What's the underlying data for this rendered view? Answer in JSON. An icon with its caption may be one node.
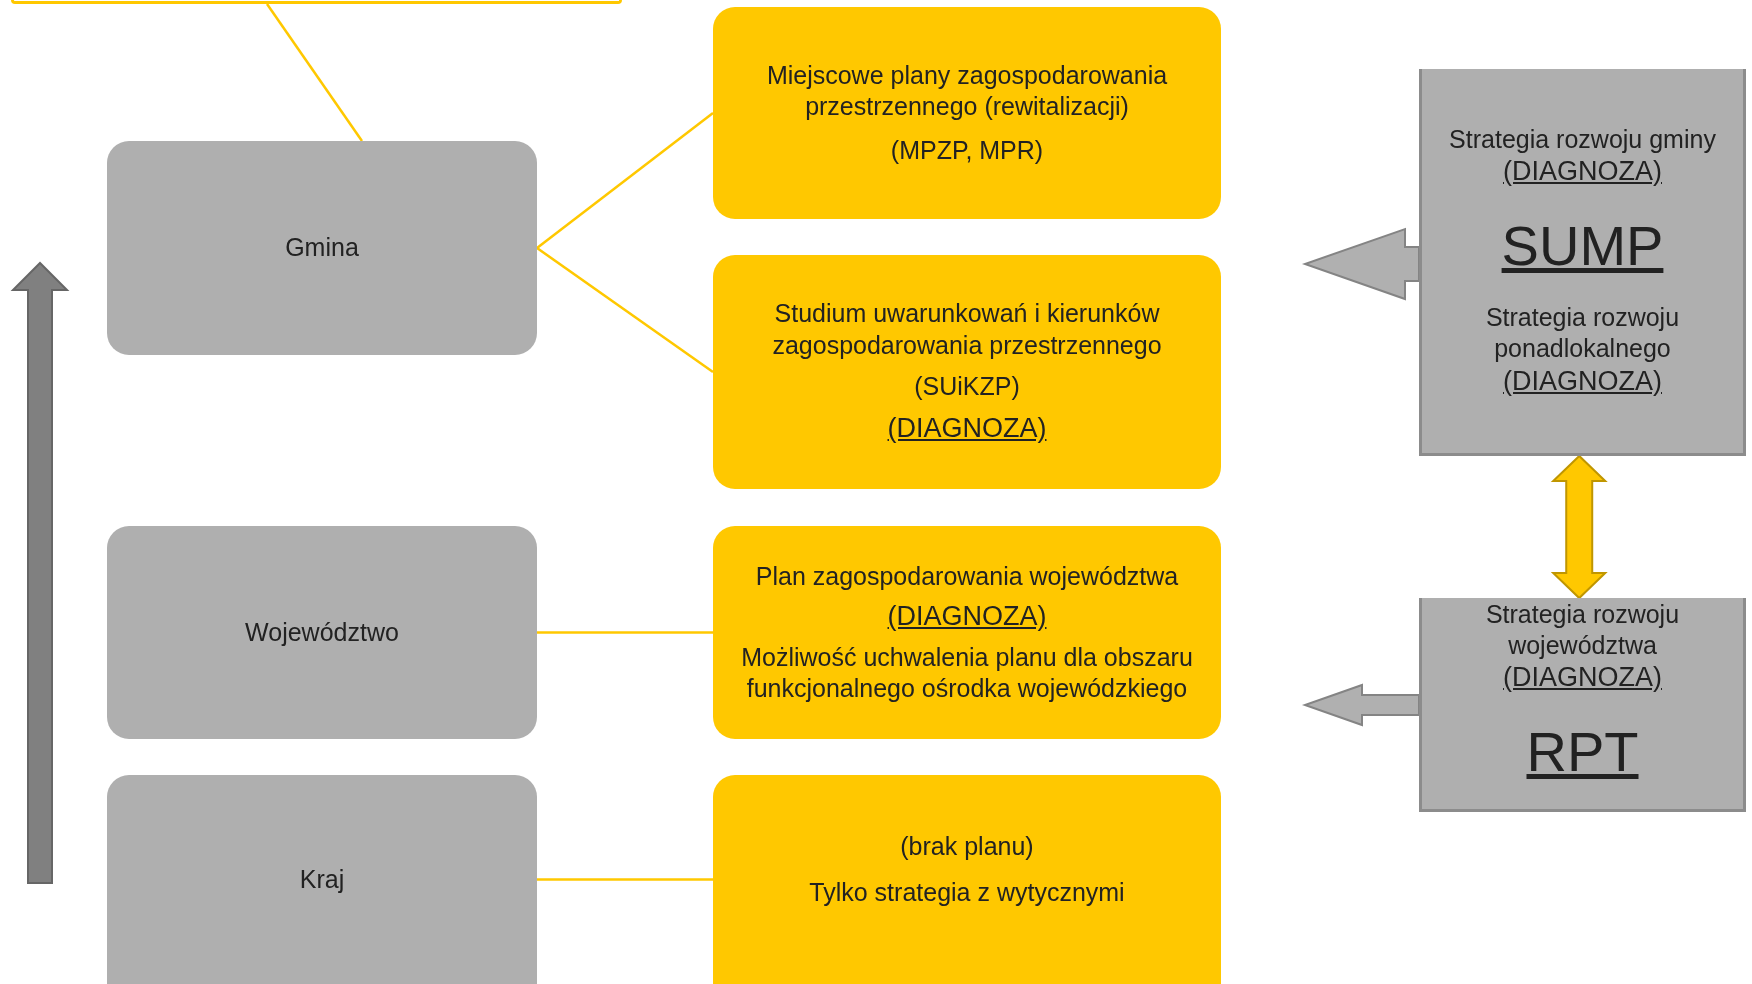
{
  "diagram": {
    "nodes": [
      {
        "text": [],
        "shape": "box"
      },
      {
        "text": [
          "Gmina"
        ]
      },
      {
        "text": [
          "Województwo"
        ]
      },
      {
        "text": [
          "Kraj"
        ]
      },
      {
        "text": [
          "Miejscowe plany zagospodarowania przestrzennego (rewitalizacji)",
          "(MPZP, MPR)"
        ]
      },
      {
        "text": [
          "Studium uwarunkowań i kierunków zagospodarowania przestrzennego",
          "(SUiKZP)",
          "(DIAGNOZA)"
        ]
      },
      {
        "text": [
          "Plan zagospodarowania województwa",
          "(DIAGNOZA)",
          "Możliwość uchwalenia planu dla obszaru funkcjonalnego ośrodka wojewódzkiego"
        ]
      },
      {
        "text": [
          "(brak planu)",
          "Tylko strategia z wytycznymi"
        ]
      },
      {
        "text": [
          "Strategia rozwoju gminy",
          "(DIAGNOZA)",
          "SUMP",
          "Strategia rozwoju ponadlokalnego",
          "(DIAGNOZA)"
        ]
      },
      {
        "text": [
          "Strategia rozwoju województwa",
          "(DIAGNOZA)",
          "RPT"
        ]
      }
    ],
    "edges": [
      {
        "from": 0,
        "to": 1,
        "arrow": "none"
      },
      {
        "from": 1,
        "to": 4,
        "arrow": "none"
      },
      {
        "from": 1,
        "to": 5,
        "arrow": "none"
      },
      {
        "from": 2,
        "to": 6,
        "arrow": "none"
      },
      {
        "from": 3,
        "to": 7,
        "arrow": "none"
      },
      {
        "from": 8,
        "to": null,
        "arrow": "to",
        "style": "thick",
        "color": "#b0b0b0"
      },
      {
        "from": 8,
        "to": 9,
        "arrow": "both",
        "style": "thick"
      },
      {
        "from": 9,
        "to": null,
        "arrow": "to",
        "style": "thick",
        "color": "#b0b0b0"
      }
    ]
  }
}
